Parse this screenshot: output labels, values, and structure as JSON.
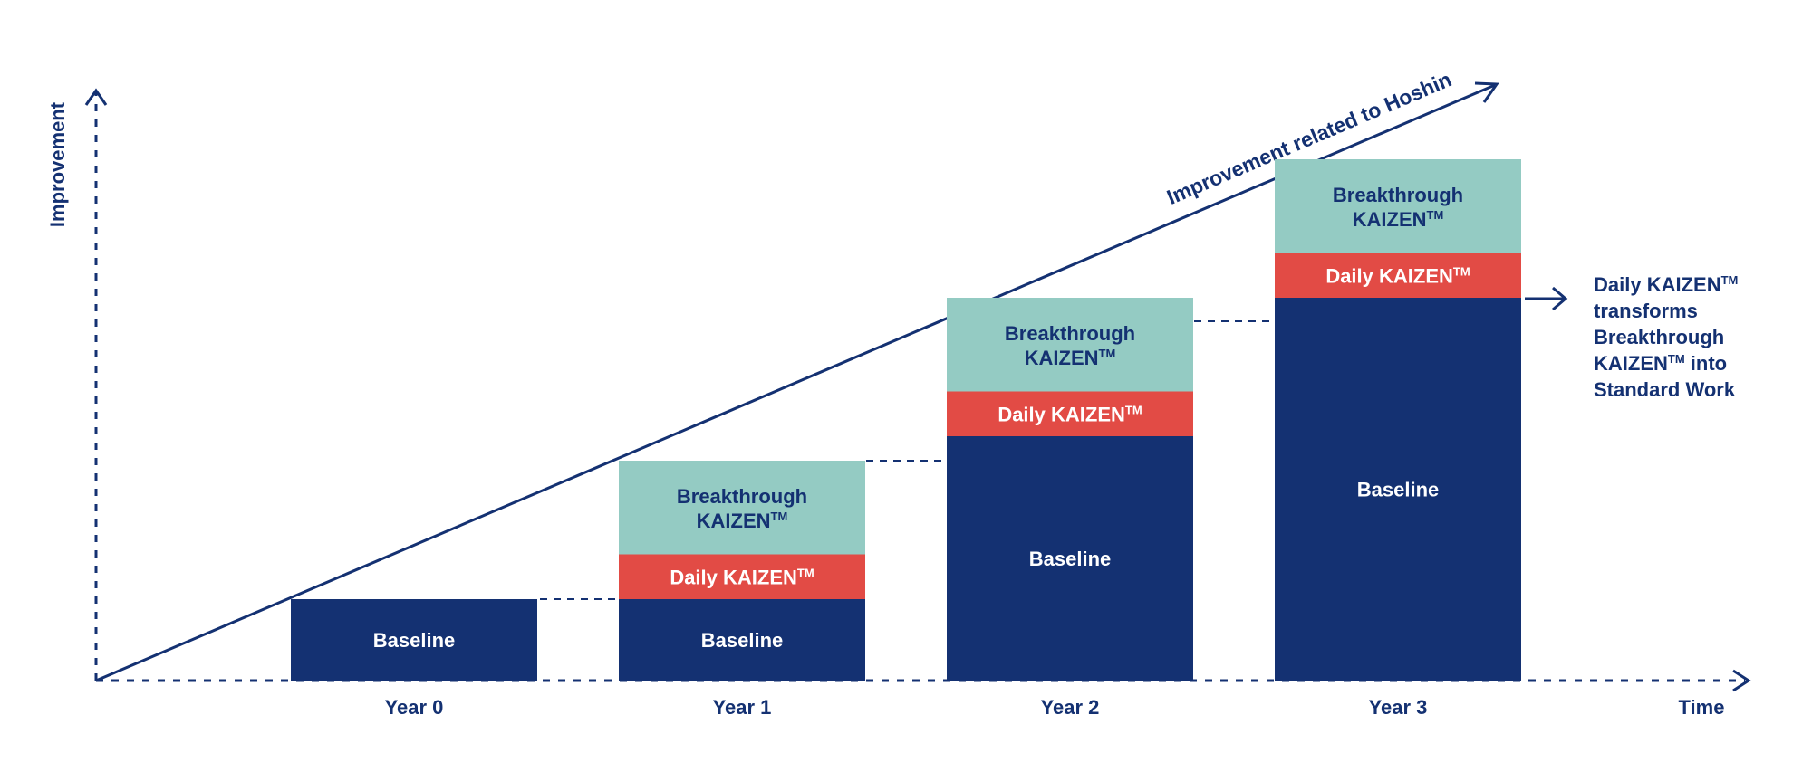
{
  "colors": {
    "navy": "#143172",
    "teal": "#94cbc3",
    "red": "#e24b45",
    "white": "#ffffff",
    "background": "#ffffff"
  },
  "axes": {
    "y_label": "Improvement",
    "x_label": "Time"
  },
  "trend_line": {
    "label": "Improvement related to Hoshin"
  },
  "chart_data": {
    "type": "bar",
    "stacked": true,
    "categories": [
      "Year 0",
      "Year 1",
      "Year 2",
      "Year 3"
    ],
    "series": [
      {
        "name": "Baseline",
        "values": [
          1,
          1,
          3,
          4.7
        ]
      },
      {
        "name": "Daily KAIZEN™",
        "values": [
          0,
          0.55,
          0.55,
          0.55
        ]
      },
      {
        "name": "Breakthrough KAIZEN™",
        "values": [
          0,
          1.15,
          1.15,
          1.15
        ]
      }
    ],
    "xlabel": "Time",
    "ylabel": "Improvement",
    "grid": false,
    "legend": "none"
  },
  "segments": {
    "baseline": "Baseline",
    "daily": "Daily KAIZEN",
    "breakthrough_line1": "Breakthrough",
    "breakthrough_line2": "KAIZEN",
    "tm": "TM"
  },
  "callout": {
    "line1": "Daily KAIZEN",
    "line2": "transforms",
    "line3": "Breakthrough",
    "line4": "KAIZEN",
    "line4_suffix": " into",
    "line5": "Standard Work",
    "tm": "TM"
  }
}
